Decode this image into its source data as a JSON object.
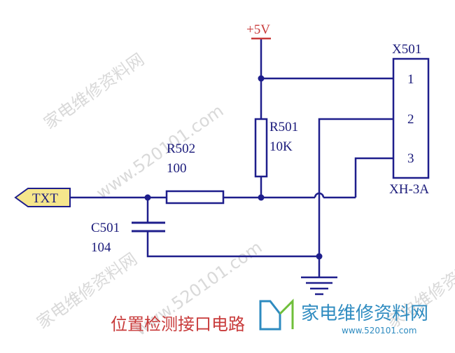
{
  "power": {
    "label": "+5V"
  },
  "connector": {
    "ref": "X501",
    "type": "XH-3A",
    "pins": [
      "1",
      "2",
      "3"
    ]
  },
  "resistors": [
    {
      "ref": "R501",
      "value": "10K"
    },
    {
      "ref": "R502",
      "value": "100"
    }
  ],
  "capacitor": {
    "ref": "C501",
    "value": "104"
  },
  "port": {
    "label": "TXT"
  },
  "caption": "位置检测接口电路",
  "watermark": {
    "text": "家电维修资料网",
    "url": "www.520101.com",
    "logo_text": "家电维修资料网",
    "logo_url": "www.520101.com"
  },
  "colors": {
    "wire": "#1e1e8c",
    "component": "#1e1e8c",
    "power_label": "#c83a3a",
    "port_fill": "#f5e68c"
  }
}
